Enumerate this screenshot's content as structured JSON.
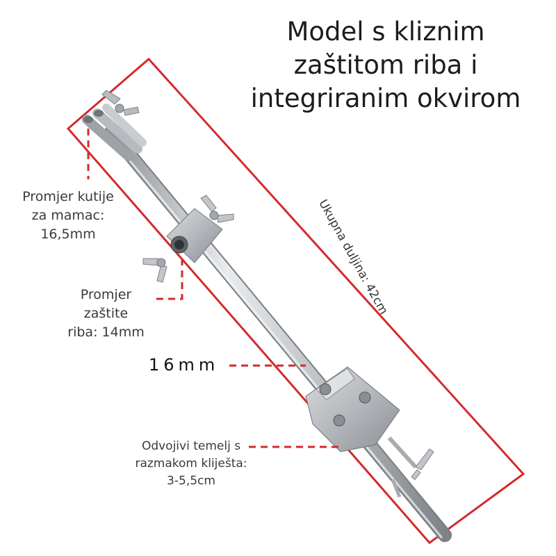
{
  "title": {
    "line1": "Model s kliznim",
    "line2": "zaštitom riba i",
    "line3": "integriranim okvirom"
  },
  "labels": {
    "bait_box": {
      "line1": "Promjer kutije",
      "line2": "za mamac:",
      "line3": "16,5mm"
    },
    "fish_guard": {
      "line1": "Promjer",
      "line2": "zaštite",
      "line3": "riba: 14mm"
    },
    "rod_diameter": "16mm",
    "base": {
      "line1": "Odvojivi temelj s",
      "line2": "razmakom kliješta:",
      "line3": "3-5,5cm"
    },
    "total_length": "Ukupna duljina: 42cm"
  },
  "colors": {
    "accent_red": "#d42a2a",
    "metal": "#b8bcc0"
  }
}
